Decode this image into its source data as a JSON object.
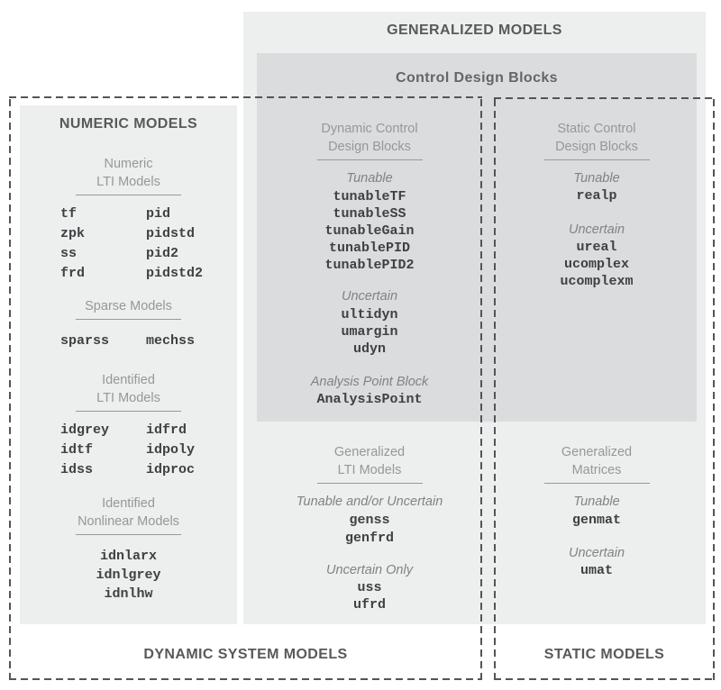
{
  "colors": {
    "light_panel": "#edeeee",
    "dark_panel": "#dbdcde",
    "dashed_border": "#54555a",
    "title_text": "#58595b",
    "section_heading_text": "#95979a",
    "italic_label_text": "#808285",
    "code_text": "#3f4043"
  },
  "header": {
    "generalized_title": "GENERALIZED MODELS",
    "control_design_blocks_title": "Control Design Blocks"
  },
  "numeric": {
    "title": "NUMERIC MODELS",
    "numeric_lti": {
      "lines": [
        "Numeric",
        "LTI Models"
      ],
      "col1": [
        "tf",
        "zpk",
        "ss",
        "frd"
      ],
      "col2": [
        "pid",
        "pidstd",
        "pid2",
        "pidstd2"
      ]
    },
    "sparse": {
      "lines": [
        "Sparse Models"
      ],
      "col1": [
        "sparss"
      ],
      "col2": [
        "mechss"
      ]
    },
    "identified_lti": {
      "lines": [
        "Identified",
        "LTI Models"
      ],
      "col1": [
        "idgrey",
        "idtf",
        "idss"
      ],
      "col2": [
        "idfrd",
        "idpoly",
        "idproc"
      ]
    },
    "identified_nonlinear": {
      "lines": [
        "Identified",
        "Nonlinear Models"
      ],
      "items": [
        "idnlarx",
        "idnlgrey",
        "idnlhw"
      ]
    }
  },
  "dynamic_cdb": {
    "lines": [
      "Dynamic Control",
      "Design Blocks"
    ],
    "tunable": {
      "label": "Tunable",
      "items": [
        "tunableTF",
        "tunableSS",
        "tunableGain",
        "tunablePID",
        "tunablePID2"
      ]
    },
    "uncertain": {
      "label": "Uncertain",
      "items": [
        "ultidyn",
        "umargin",
        "udyn"
      ]
    },
    "analysis": {
      "label": "Analysis Point Block",
      "items": [
        "AnalysisPoint"
      ]
    }
  },
  "static_cdb": {
    "lines": [
      "Static Control",
      "Design Blocks"
    ],
    "tunable": {
      "label": "Tunable",
      "items": [
        "realp"
      ]
    },
    "uncertain": {
      "label": "Uncertain",
      "items": [
        "ureal",
        "ucomplex",
        "ucomplexm"
      ]
    }
  },
  "generalized_lti": {
    "lines": [
      "Generalized",
      "LTI Models"
    ],
    "tunable_uncertain": {
      "label": "Tunable and/or Uncertain",
      "items": [
        "genss",
        "genfrd"
      ]
    },
    "uncertain_only": {
      "label": "Uncertain Only",
      "items": [
        "uss",
        "ufrd"
      ]
    }
  },
  "generalized_matrices": {
    "lines": [
      "Generalized",
      "Matrices"
    ],
    "tunable": {
      "label": "Tunable",
      "items": [
        "genmat"
      ]
    },
    "uncertain": {
      "label": "Uncertain",
      "items": [
        "umat"
      ]
    }
  },
  "footer": {
    "dynamic_title": "DYNAMIC SYSTEM MODELS",
    "static_title": "STATIC MODELS"
  }
}
